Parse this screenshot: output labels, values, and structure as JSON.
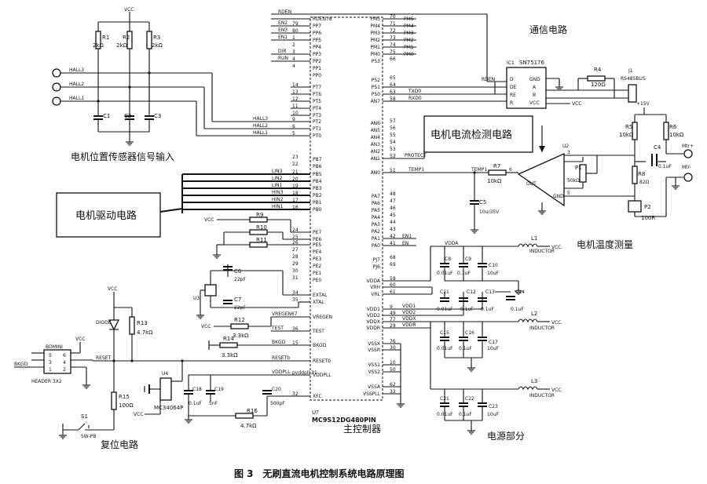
{
  "caption": "图 3　无刷直流电机控制系统电路原理图",
  "blocks": {
    "motor_drive": "电机驱动电路",
    "current_detect": "电机电流检测电路"
  },
  "sections": {
    "hall_input": "电机位置传感器信号输入",
    "comm": "通信电路",
    "temp": "电机温度测量",
    "reset": "复位电路",
    "mcu": "主控制器",
    "power": "电源部分"
  },
  "chips": {
    "mcu_part": "MC9S12DG480PIN",
    "mcu_ref": "U?",
    "ic1_ref": "IC1",
    "ic1_part": "SN75176",
    "j1_ref": "J1",
    "j1_part": "RS485BUS",
    "u2_ref": "U2",
    "u4_ref": "U4",
    "u4_part": "MC34064P",
    "u3_ref": "U3",
    "hdr_name": "BDMINI",
    "hdr_part": "HEADER 3X2",
    "s1_ref": "S1",
    "s1_part": "SW-PB",
    "diode": "DIODE"
  },
  "nets": {
    "vcc": "VCC",
    "p15v": "+15V",
    "hall3": "HALL3",
    "hall2": "HALL2",
    "hall1": "HALL1",
    "bkgd": "BKGD",
    "reset": "RESET",
    "txd0": "TXD0",
    "rxd0": "RXD0",
    "rden": "RDEN",
    "protect": "PROTECT",
    "temp1": "TEMP1",
    "mtrp": "Mtr+",
    "mtrn": "Mtr-",
    "inductor": "INDUCTOR",
    "vddpll": "VDDPLL",
    "vregen": "VREGEN67",
    "test": "TEST"
  },
  "left_pins": [
    {
      "pin": "RDEN78",
      "num": ""
    },
    {
      "pin": "PP7",
      "num": "79",
      "net": "EN2"
    },
    {
      "pin": "PP6",
      "num": "80",
      "net": "EN3"
    },
    {
      "pin": "PP5",
      "num": "1",
      "net": "EN1"
    },
    {
      "pin": "PP4",
      "num": "2"
    },
    {
      "pin": "PP3",
      "num": "3"
    },
    {
      "pin": "PP2",
      "num": "4",
      "net": "DIR"
    },
    {
      "pin": "PP1",
      "num": "4",
      "net": "RUN"
    },
    {
      "pin": "PP0",
      "num": ""
    },
    {
      "pin": "PT7",
      "num": "14"
    },
    {
      "pin": "PT6",
      "num": "13"
    },
    {
      "pin": "PT5",
      "num": "12"
    },
    {
      "pin": "PT4",
      "num": "11"
    },
    {
      "pin": "PT3",
      "num": "10"
    },
    {
      "pin": "PT2",
      "num": "9",
      "net": "HALL3"
    },
    {
      "pin": "PT1",
      "num": "6",
      "net": "HALL2"
    },
    {
      "pin": "PT0",
      "num": "5",
      "net": "HALL1"
    },
    {
      "pin": "PB7",
      "num": "23"
    },
    {
      "pin": "PB6",
      "num": "22"
    },
    {
      "pin": "PB5",
      "num": "21",
      "net": "LIN3"
    },
    {
      "pin": "PB4",
      "num": "20",
      "net": "LIN2"
    },
    {
      "pin": "PB3",
      "num": "19",
      "net": "LIN1"
    },
    {
      "pin": "PB2",
      "num": "18",
      "net": "HIN3"
    },
    {
      "pin": "PB1",
      "num": "17",
      "net": "HIN2"
    },
    {
      "pin": "PB0",
      "num": "16",
      "net": "HIN1"
    },
    {
      "pin": "PE7",
      "num": "24"
    },
    {
      "pin": "PE6",
      "num": "25"
    },
    {
      "pin": "PE5",
      "num": "26"
    },
    {
      "pin": "PE4",
      "num": "27"
    },
    {
      "pin": "PE3",
      "num": "28"
    },
    {
      "pin": "PE2",
      "num": "29"
    },
    {
      "pin": "PE1",
      "num": "30"
    },
    {
      "pin": "PE0",
      "num": "31"
    },
    {
      "pin": "EXTAL",
      "num": "34"
    },
    {
      "pin": "XTAL",
      "num": "35"
    },
    {
      "pin": "VREGEN",
      "num": ""
    },
    {
      "pin": "TEST",
      "num": "36"
    },
    {
      "pin": "BKGD",
      "num": "15"
    },
    {
      "pin": "RESETb",
      "num": ""
    },
    {
      "pin": "VDDPLL",
      "num": "pvddpll 31"
    },
    {
      "pin": "XFC",
      "num": "32"
    }
  ],
  "right_pins": [
    {
      "pin": "PM5",
      "num": "70"
    },
    {
      "pin": "PM4",
      "num": "71"
    },
    {
      "pin": "PM3",
      "num": "72"
    },
    {
      "pin": "PM2",
      "num": "73"
    },
    {
      "pin": "PM1",
      "num": "74"
    },
    {
      "pin": "PM0",
      "num": "75"
    },
    {
      "pin": "PS3",
      "num": "66"
    },
    {
      "pin": "PS2",
      "num": "65"
    },
    {
      "pin": "PS1",
      "num": "64",
      "net": "TXD0"
    },
    {
      "pin": "PS0",
      "num": "63",
      "net": "RXD0"
    },
    {
      "pin": "AN7",
      "num": "58"
    },
    {
      "pin": "AN6",
      "num": "57"
    },
    {
      "pin": "AN5",
      "num": "56"
    },
    {
      "pin": "AN4",
      "num": "55"
    },
    {
      "pin": "AN3",
      "num": "54"
    },
    {
      "pin": "AN2",
      "num": "53"
    },
    {
      "pin": "AN1",
      "num": "52",
      "net": "PROTECT"
    },
    {
      "pin": "AN0",
      "num": "51",
      "net": "TEMP1"
    },
    {
      "pin": "PA7",
      "num": "48"
    },
    {
      "pin": "PA6",
      "num": "47"
    },
    {
      "pin": "PA5",
      "num": "46"
    },
    {
      "pin": "PA4",
      "num": "45"
    },
    {
      "pin": "PA3",
      "num": "44"
    },
    {
      "pin": "PA2",
      "num": "43"
    },
    {
      "pin": "PA1",
      "num": "42",
      "net": "EN1"
    },
    {
      "pin": "PA0",
      "num": "41",
      "net": "EN"
    },
    {
      "pin": "PJ7",
      "num": "68"
    },
    {
      "pin": "PJ6",
      "num": "69"
    },
    {
      "pin": "VDDA",
      "num": "59",
      "net": "VDDA"
    },
    {
      "pin": "VRH",
      "num": "60"
    },
    {
      "pin": "VRL",
      "num": "61"
    },
    {
      "pin": "VDD1",
      "num": "9",
      "net": "VDD1"
    },
    {
      "pin": "VDD2",
      "num": "49",
      "net": "VDD2"
    },
    {
      "pin": "VDDX",
      "num": "77",
      "net": "VDDX"
    },
    {
      "pin": "VDDR",
      "num": "29",
      "net": "VDDR"
    },
    {
      "pin": "VSSX",
      "num": "76"
    },
    {
      "pin": "VSSR",
      "num": "30"
    },
    {
      "pin": "VSS1",
      "num": "10"
    },
    {
      "pin": "VSS2",
      "num": "50"
    },
    {
      "pin": "VSSA",
      "num": "62"
    },
    {
      "pin": "VSSPLL",
      "num": "33"
    }
  ],
  "components": {
    "r1a": "R1",
    "r1a_v": "2kΩ",
    "r2": "R2",
    "r2_v": "2kΩ",
    "r3": "R3",
    "r3_v": "2kΩ",
    "c1": "C1",
    "c2": "C2",
    "c3": "C3",
    "r4": "R4",
    "r4_v": "120Ω",
    "r5": "R5",
    "r5_v": "10kΩ",
    "r6": "R6",
    "r6_v": "10kΩ",
    "c4": "C4",
    "c4_v": "0.1uF",
    "r7": "R7",
    "r7_v": "10kΩ",
    "p1": "P1",
    "p1_v": "50kΩ",
    "r8": "R8",
    "r8_v": "82Ω",
    "p2": "P2",
    "p2_v": "100R",
    "c5": "C5",
    "c5_v": "10u/35V",
    "r9": "R9",
    "r10": "R10",
    "r11": "R11",
    "c6": "C6",
    "c6_v": "22pF",
    "c7": "C7",
    "c7_v": "22pF",
    "r12": "R12",
    "r12_v": "3.3kΩ",
    "r14": "R14",
    "r14_v": "3.3kΩ",
    "r13": "R13",
    "r13_v": "4.7kΩ",
    "r15": "R15",
    "r15_v": "100Ω",
    "r16": "R16",
    "r16_v": "4.7kΩ",
    "c18": "C18",
    "c18_v": "0.1uF",
    "c19": "C19",
    "c19_v": "5nF",
    "c20": "C20",
    "c20_v": "500pF",
    "l1": "L1",
    "l2": "L2",
    "l3": "L3",
    "c8": "C8",
    "c8_v": "0.01uF",
    "c9": "C9",
    "c9_v": "0.1uF",
    "c10": "C10",
    "c10_v": "10uF",
    "c11": "C11",
    "c11_v": "0.01uF",
    "c12": "C12",
    "c12_v": "0.1uF",
    "c13": "C13",
    "c13_v": "0.1uF",
    "c14": "C14",
    "c14_v": "0.1uF",
    "c15": "C15",
    "c15_v": "0.01uF",
    "c16": "C16",
    "c16_v": "0.1uF",
    "c17": "C17",
    "c17_v": "10uF",
    "c21": "C21",
    "c21_v": "0.01uF",
    "c22": "C22",
    "c22_v": "0.1uF",
    "c23": "C23",
    "c23_v": "10uF"
  },
  "ic1_pins": {
    "d": "D",
    "de": "DE",
    "re": "RE",
    "r": "R",
    "gnd": "GND",
    "a": "A",
    "b": "B",
    "vcc": "VCC"
  }
}
